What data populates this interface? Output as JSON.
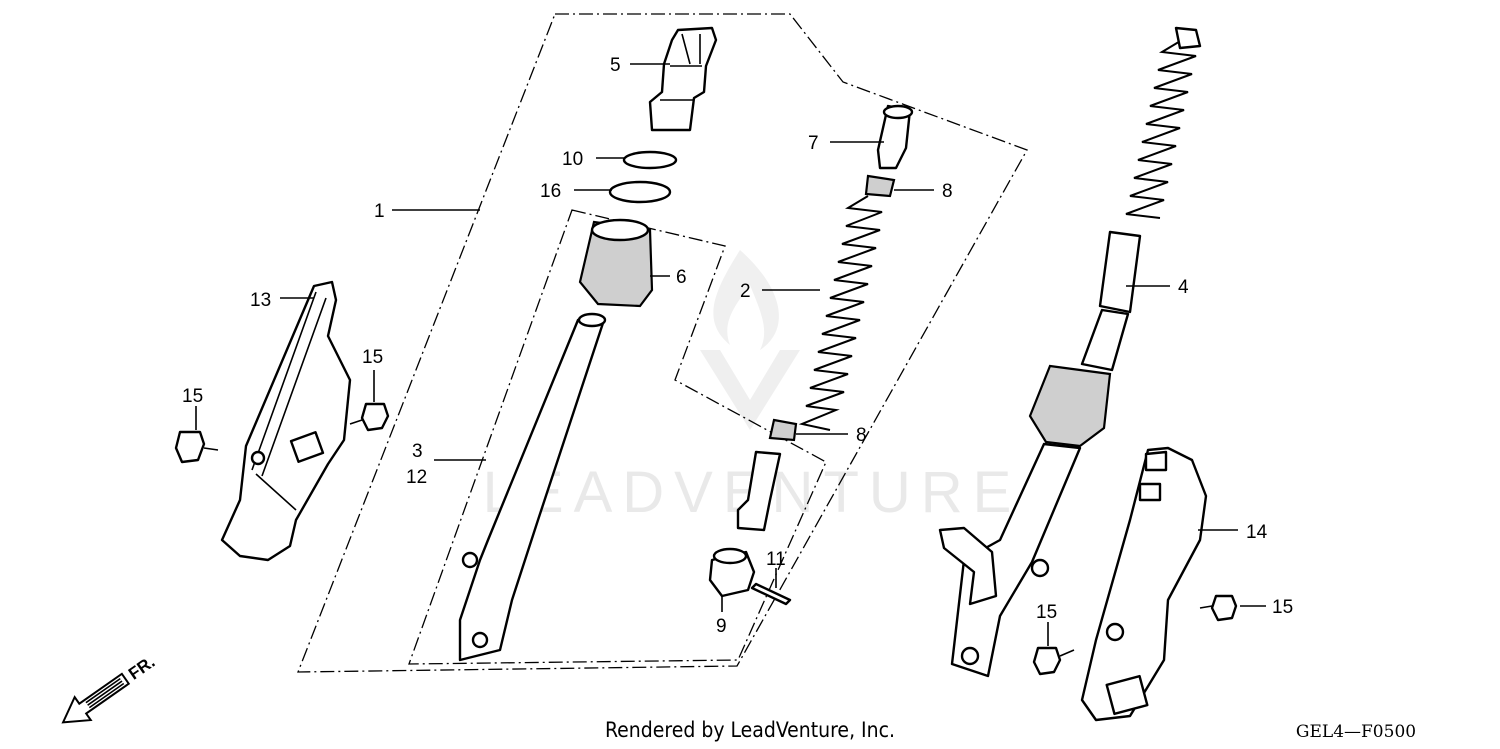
{
  "diagram": {
    "callouts": {
      "c1": "1",
      "c2": "2",
      "c3": "3",
      "c12": "12",
      "c4": "4",
      "c5": "5",
      "c6": "6",
      "c7": "7",
      "c8a": "8",
      "c8b": "8",
      "c9": "9",
      "c10": "10",
      "c11": "11",
      "c13": "13",
      "c14": "14",
      "c15a": "15",
      "c15b": "15",
      "c15c": "15",
      "c15d": "15",
      "c16": "16"
    },
    "direction_label": "FR.",
    "footer_text": "Rendered by LeadVenture, Inc.",
    "diagram_code": "GEL4—F0500",
    "watermark_text": "LEADVENTURE"
  }
}
